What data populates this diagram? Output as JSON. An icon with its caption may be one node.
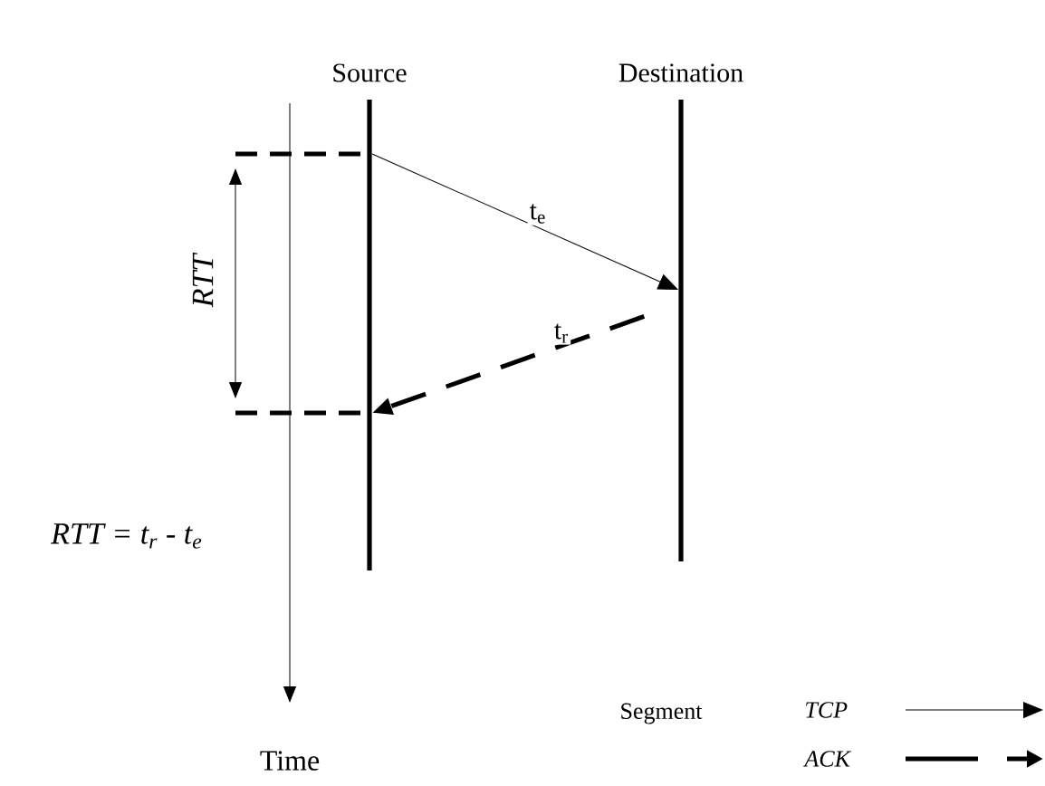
{
  "diagram": {
    "nodes": [
      {
        "text": [
          "Source"
        ]
      },
      {
        "text": [
          "Destination"
        ]
      }
    ],
    "edges": [
      {
        "from": 0,
        "to": 1,
        "arrow": "to",
        "label": "t$_{e}$"
      },
      {
        "from": 1,
        "to": 0,
        "arrow": "to",
        "label": "t$_{r}$",
        "style": "dashed"
      }
    ],
    "labels": [
      "RTT",
      "RTT = t$_{r}$ - t$_{e}$",
      "Time",
      "Segment"
    ],
    "legend": [
      {
        "text": "TCP"
      },
      {
        "text": "ACK"
      }
    ]
  }
}
